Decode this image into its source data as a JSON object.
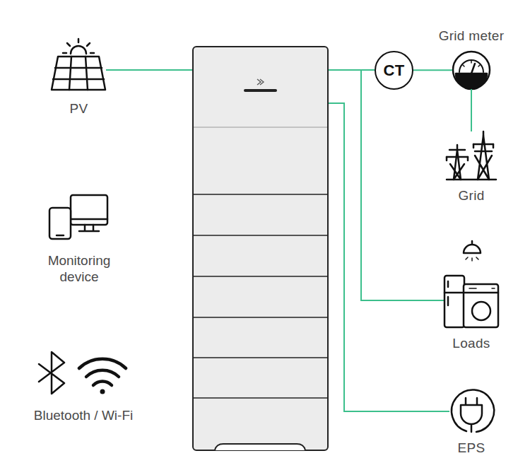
{
  "diagram": {
    "nodes": [
      {
        "text": [
          "PV"
        ]
      },
      {
        "text": [
          "CT"
        ]
      },
      {
        "text": [
          "Grid meter"
        ]
      },
      {
        "text": [
          "Grid"
        ]
      },
      {
        "text": [
          "Loads"
        ]
      },
      {
        "text": [
          "EPS"
        ]
      }
    ],
    "edges": [
      {
        "from": 1,
        "to": 2,
        "arrow": "none"
      },
      {
        "from": 2,
        "to": 3,
        "arrow": "none"
      }
    ],
    "labels": [
      "Monitoring device",
      "Bluetooth / Wi-Fi"
    ]
  }
}
